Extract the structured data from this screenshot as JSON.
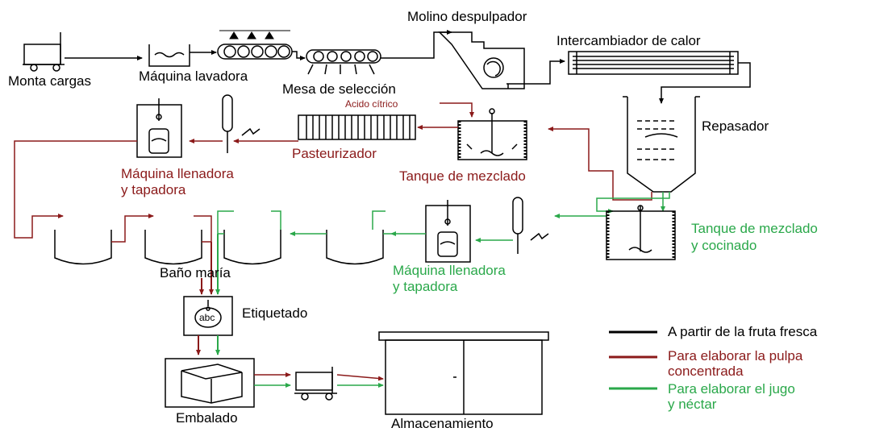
{
  "colors": {
    "black": "#000000",
    "red": "#8b1a1a",
    "green": "#2aa84a"
  },
  "labels": {
    "molino": "Molino despulpador",
    "intercambiador": "Intercambiador de calor",
    "monta_cargas": "Monta cargas",
    "maquina_lavadora": "Máquina lavadora",
    "mesa_seleccion": "Mesa de selección",
    "acido_citrico": "Acido cítrico",
    "repasador": "Repasador",
    "pasteurizador": "Pasteurizador",
    "tanque_mezclado": "Tanque de mezclado",
    "llenadora_red_1": "Máquina llenadora",
    "llenadora_red_2": "y tapadora",
    "tanque_cocinado_1": "Tanque de mezclado",
    "tanque_cocinado_2": "y cocinado",
    "bano_maria": "Baño maría",
    "llenadora_green_1": "Máquina llenadora",
    "llenadora_green_2": "y tapadora",
    "etiquetado": "Etiquetado",
    "etiqueta_abc": "abc",
    "embalado": "Embalado",
    "almacenamiento": "Almacenamiento"
  },
  "legend": [
    {
      "text": "A partir de la fruta fresca",
      "color": "#000000",
      "icon": "black-line"
    },
    {
      "text": "Para elaborar la pulpa\nconcentrada",
      "color": "#8b1a1a",
      "icon": "red-line"
    },
    {
      "text": "Para elaborar el jugo\ny néctar",
      "color": "#2aa84a",
      "icon": "green-line"
    }
  ]
}
